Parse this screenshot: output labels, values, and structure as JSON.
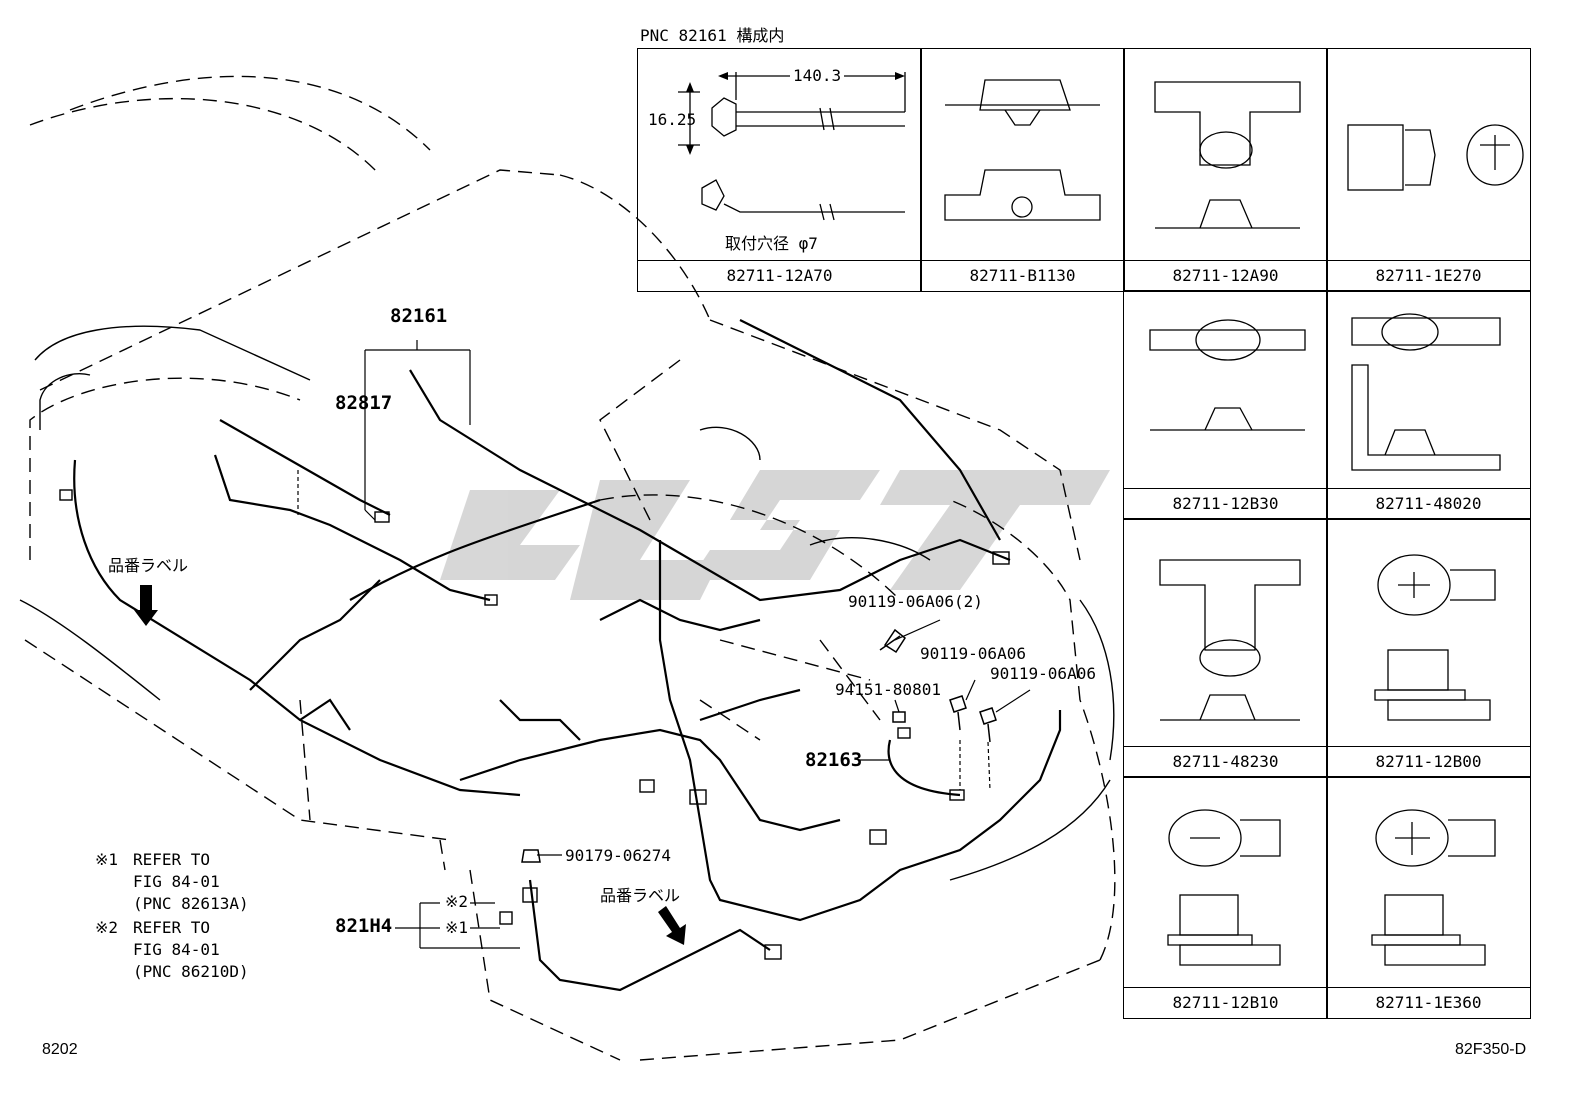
{
  "header": {
    "pnc_note": "PNC 82161 構成内"
  },
  "detail_dimensions": {
    "length": "140.3",
    "height": "16.25",
    "hole_note": "取付穴径 φ7"
  },
  "parts_grid": [
    {
      "part_number": "82711-12A70"
    },
    {
      "part_number": "82711-B1130"
    },
    {
      "part_number": "82711-12A90"
    },
    {
      "part_number": "82711-1E270"
    },
    {
      "part_number": "82711-12B30"
    },
    {
      "part_number": "82711-48020"
    },
    {
      "part_number": "82711-48230"
    },
    {
      "part_number": "82711-12B00"
    },
    {
      "part_number": "82711-12B10"
    },
    {
      "part_number": "82711-1E360"
    }
  ],
  "callouts": {
    "harness_main": "82161",
    "harness_sub": "82817",
    "harness_rear": "82163",
    "harness_bottom": "821H4",
    "bolt_1": "90119-06A06(2)",
    "bolt_2": "90119-06A06",
    "bolt_3": "90119-06A06",
    "nut_1": "94151-80801",
    "nut_2": "90179-06274",
    "label_left": "品番ラベル",
    "label_bottom": "品番ラベル",
    "mark_2": "※2",
    "mark_1": "※1"
  },
  "notes": [
    {
      "mark": "※1",
      "line1": "REFER TO",
      "line2": "FIG 84-01",
      "line3": "(PNC 82613A)"
    },
    {
      "mark": "※2",
      "line1": "REFER TO",
      "line2": "FIG 84-01",
      "line3": "(PNC 86210D)"
    }
  ],
  "footer": {
    "page_code": "8202",
    "figure_code": "82F350-D"
  },
  "colors": {
    "line": "#000000",
    "watermark": "#d0d0d0"
  }
}
